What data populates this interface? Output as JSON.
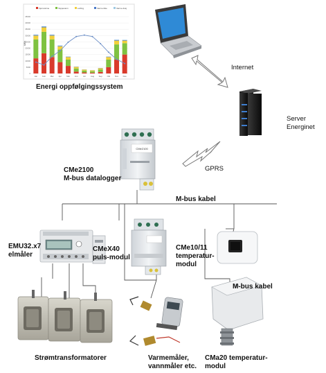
{
  "labels": {
    "energy_system": "Energi oppfølgingssystem",
    "internet": "Internet",
    "server_line1": "Server",
    "server_line2": "Energinet",
    "gprs": "GPRS",
    "cme2100_line1": "CMe2100",
    "cme2100_line2": "M-bus datalogger",
    "mbus_cable_top": "M-bus kabel",
    "emu_line1": "EMU32.x7",
    "emu_line2": "elmåler",
    "cmex40_line1": "CMeX40",
    "cmex40_line2": "puls-modul",
    "cme10_line1": "CMe10/11",
    "cme10_line2": "temperatur-",
    "cme10_line3": "modul",
    "mbus_cable_right": "M-bus kabel",
    "current_transformers": "Strømtransformatorer",
    "heat_line1": "Varmemåler,",
    "heat_line2": "vannmåler etc.",
    "cma20_line1": "CMa20 temperatur-",
    "cma20_line2": "modul",
    "device_text": "CMe2100"
  },
  "chart_data": {
    "type": "bar",
    "legend": [
      "Fjernvarme",
      "Tappevann",
      "Lufting",
      "Varme ikke",
      "Varme dusj"
    ],
    "categories": [
      "Jan",
      "Feb",
      "Mar",
      "Apr",
      "Mai",
      "Jun",
      "Jul",
      "Aug",
      "Sep",
      "Okt",
      "Nov",
      "Des"
    ],
    "series": [
      {
        "name": "Fjernvarme",
        "color": "#d93a2b",
        "values": [
          12000,
          16000,
          13000,
          9000,
          6000,
          1500,
          800,
          600,
          1200,
          5000,
          11000,
          15000
        ]
      },
      {
        "name": "Tappevann",
        "color": "#7fc241",
        "values": [
          15000,
          17000,
          14000,
          10000,
          5000,
          2500,
          1500,
          1200,
          2000,
          6000,
          12000,
          9000
        ]
      },
      {
        "name": "Lufting",
        "color": "#f2d03b",
        "values": [
          3000,
          3500,
          3000,
          2500,
          2000,
          1200,
          800,
          700,
          900,
          2000,
          3000,
          2000
        ]
      },
      {
        "name": "Varme ikke",
        "color": "#4a7ac9",
        "values": [
          500,
          600,
          500,
          400,
          300,
          200,
          100,
          100,
          200,
          300,
          500,
          400
        ]
      },
      {
        "name": "Varme dusj",
        "color": "#9ec9e3",
        "values": [
          300,
          300,
          300,
          300,
          200,
          100,
          100,
          100,
          100,
          200,
          300,
          300
        ]
      }
    ],
    "temperature_line": [
      -2,
      -4,
      2,
      6,
      12,
      16,
      17,
      16,
      11,
      5,
      0,
      -3
    ],
    "ylim": [
      0,
      45000
    ],
    "y_ticks": [
      "45000",
      "40000",
      "35000",
      "30000",
      "25000",
      "20000",
      "15000",
      "10000",
      "5000",
      "0"
    ],
    "ylabel": "kWh",
    "grid": true,
    "legend_placement": "top"
  },
  "colors": {
    "line": "#555555",
    "arrow_fill": "#ffffff",
    "arrow_stroke": "#777777",
    "device_body": "#e9ecef",
    "terminal_green": "#3aa56c"
  }
}
